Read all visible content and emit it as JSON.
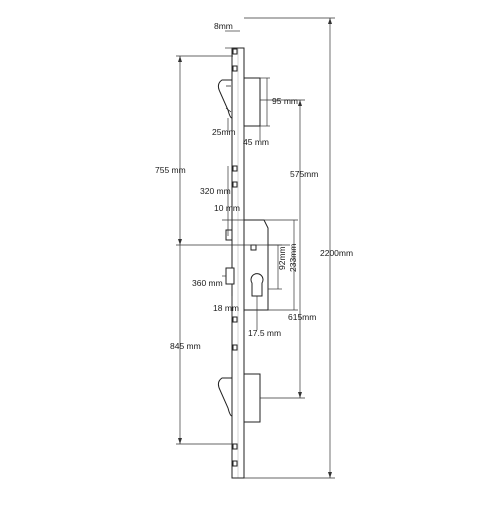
{
  "drawing": {
    "subject": "multipoint lock dimension diagram",
    "colors": {
      "line": "#222222",
      "background": "#ffffff"
    },
    "dimensions": {
      "total_length": "2200mm",
      "top_offset": "8mm",
      "hook_height": "95 mm",
      "hook_backset_a": "25mm",
      "hook_backset_b": "45 mm",
      "upper_span": "755 mm",
      "upper_to_centre": "575mm",
      "roller_to_case": "320 mm",
      "case_offset": "10 mm",
      "centre_to_cylinder": "92mm",
      "case_height": "233mm",
      "latch_span": "360 mm",
      "bolt_offset": "18 mm",
      "backset": "17.5 mm",
      "centre_to_lower": "615mm",
      "lower_span": "845 mm"
    }
  }
}
